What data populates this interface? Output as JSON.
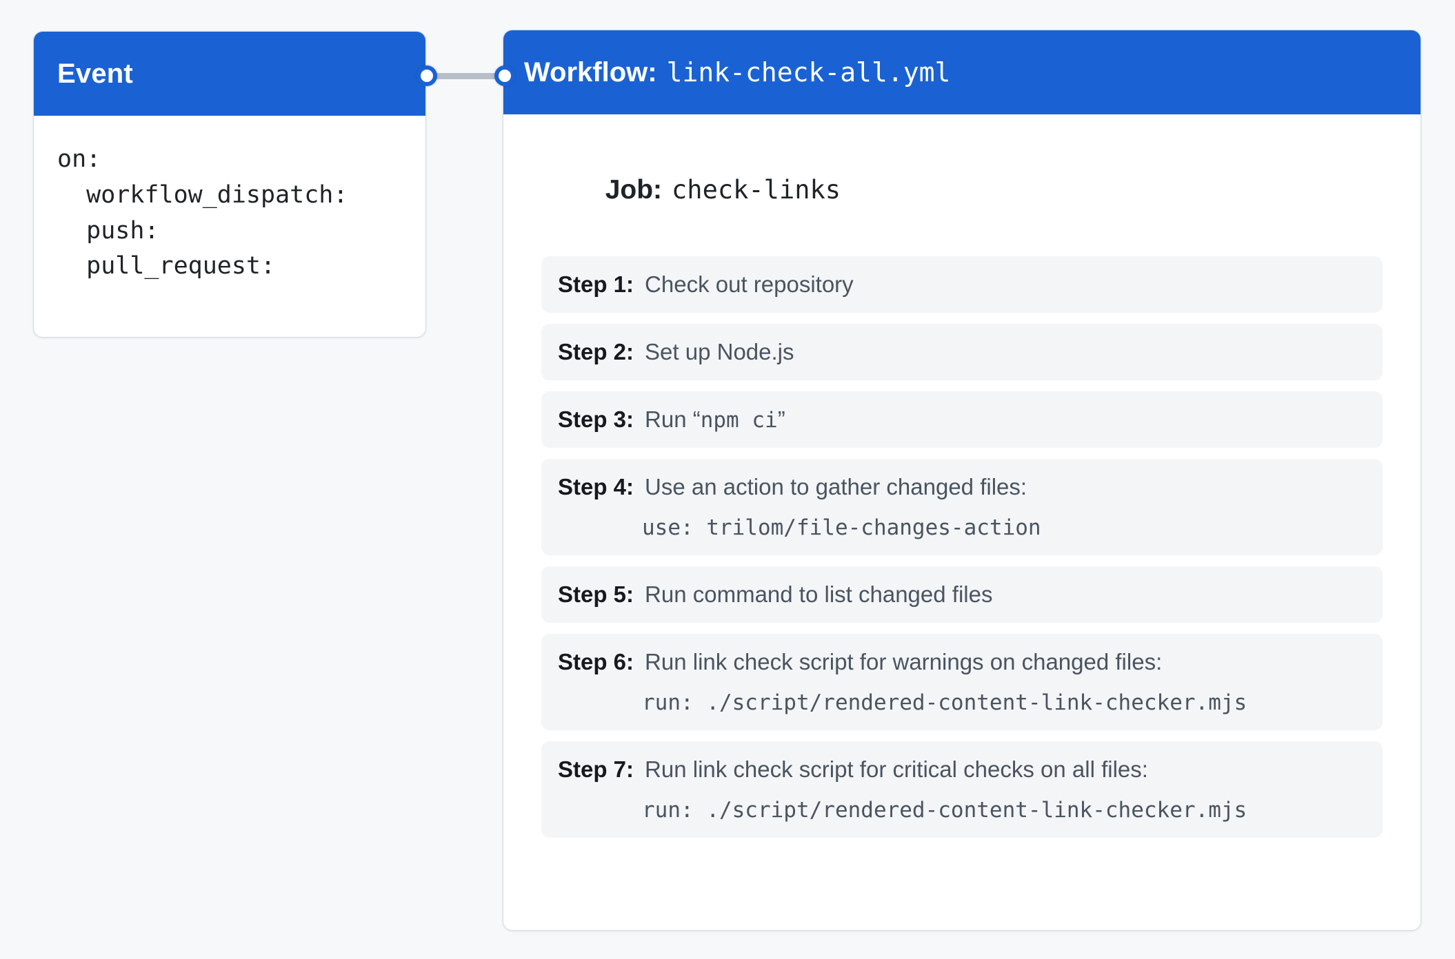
{
  "theme": {
    "page_background": "#f6f8fa",
    "accent": "#1a62d4",
    "card_background": "#ffffff",
    "step_background": "#f3f5f7",
    "text_primary": "#1f2328",
    "text_secondary": "#4a5460",
    "connector": "#b6bec8"
  },
  "event_card": {
    "title": "Event",
    "yaml_lines": [
      "on:",
      "  workflow_dispatch:",
      "  push:",
      "  pull_request:"
    ]
  },
  "connector": {
    "source_port": "event-output-port",
    "target_port": "workflow-input-port"
  },
  "workflow_card": {
    "header_label": "Workflow:",
    "header_value": "link-check-all.yml",
    "job_label": "Job:",
    "job_value": "check-links",
    "steps": [
      {
        "label": "Step 1:",
        "text": "Check out repository",
        "detail": ""
      },
      {
        "label": "Step 2:",
        "text": "Set up Node.js",
        "detail": ""
      },
      {
        "label": "Step 3:",
        "text_prefix": "Run “",
        "text_mono": "npm ci",
        "text_suffix": "”",
        "detail": ""
      },
      {
        "label": "Step 4:",
        "text": "Use an action to gather changed files:",
        "detail": "use: trilom/file-changes-action"
      },
      {
        "label": "Step 5:",
        "text": "Run command to list changed files",
        "detail": ""
      },
      {
        "label": "Step 6:",
        "text": "Run link check script for warnings on changed files:",
        "detail": "run: ./script/rendered-content-link-checker.mjs"
      },
      {
        "label": "Step 7:",
        "text": "Run link check script for critical checks on all files:",
        "detail": "run: ./script/rendered-content-link-checker.mjs"
      }
    ]
  }
}
